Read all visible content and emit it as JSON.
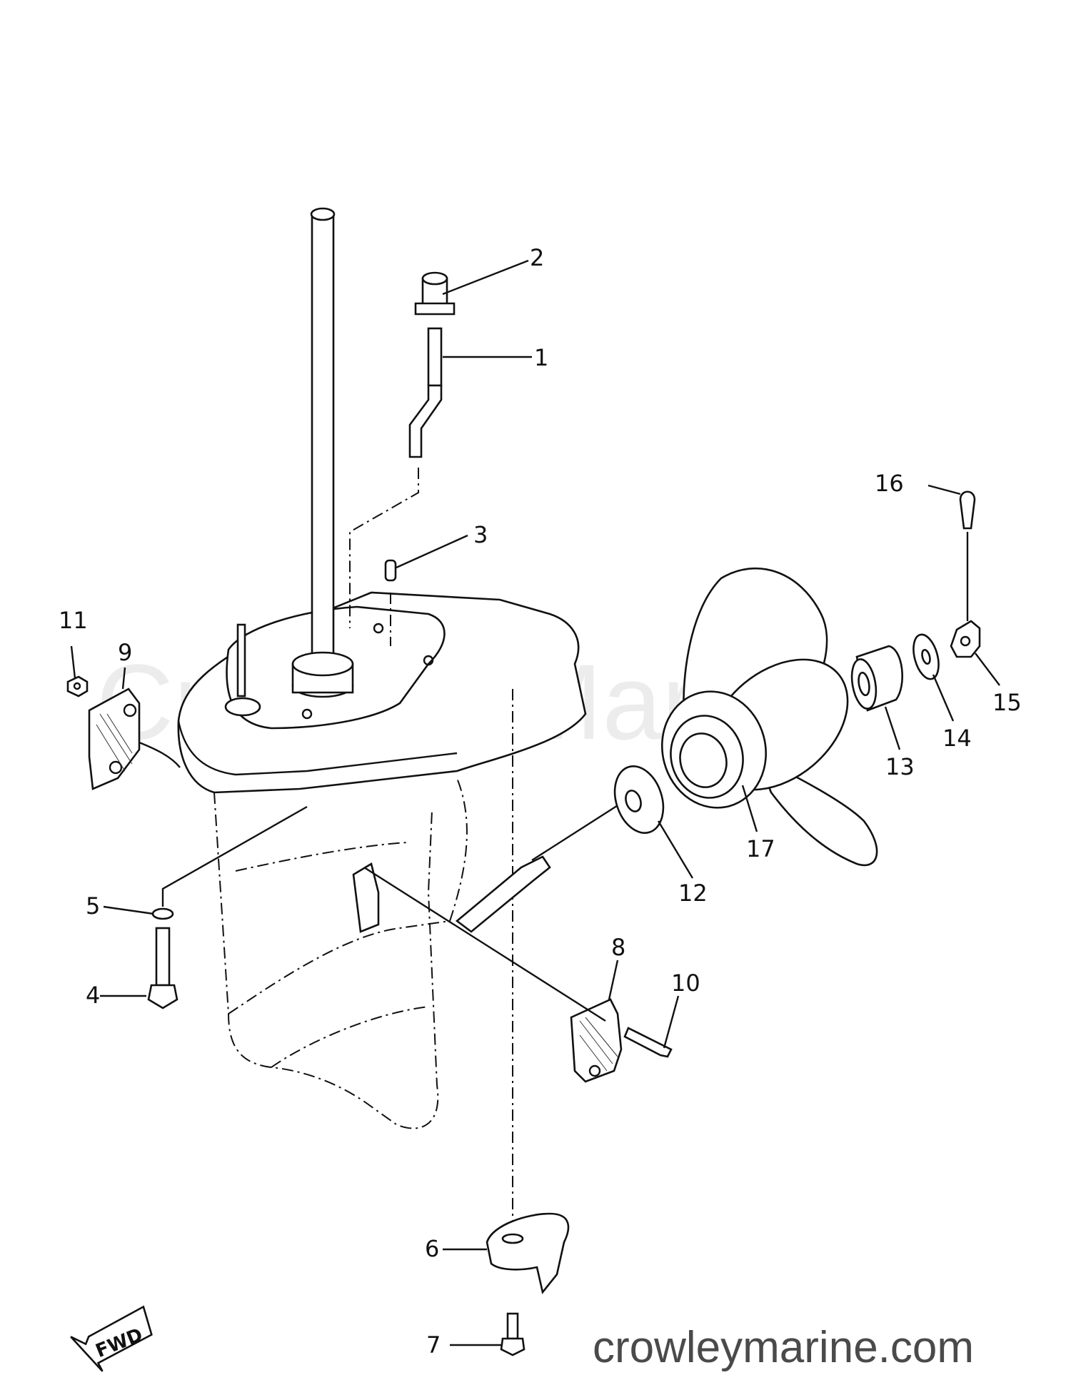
{
  "watermark": "Crowley Marine",
  "footer_site": "crowleymarine.com",
  "fwd_label": "FWD",
  "callouts": [
    {
      "id": "c1",
      "label": "1"
    },
    {
      "id": "c2",
      "label": "2"
    },
    {
      "id": "c3",
      "label": "3"
    },
    {
      "id": "c4",
      "label": "4"
    },
    {
      "id": "c5",
      "label": "5"
    },
    {
      "id": "c6",
      "label": "6"
    },
    {
      "id": "c7",
      "label": "7"
    },
    {
      "id": "c8",
      "label": "8"
    },
    {
      "id": "c9",
      "label": "9"
    },
    {
      "id": "c10",
      "label": "10"
    },
    {
      "id": "c11",
      "label": "11"
    },
    {
      "id": "c12",
      "label": "12"
    },
    {
      "id": "c13",
      "label": "13"
    },
    {
      "id": "c14",
      "label": "14"
    },
    {
      "id": "c15",
      "label": "15"
    },
    {
      "id": "c16",
      "label": "16"
    },
    {
      "id": "c17",
      "label": "17"
    }
  ]
}
